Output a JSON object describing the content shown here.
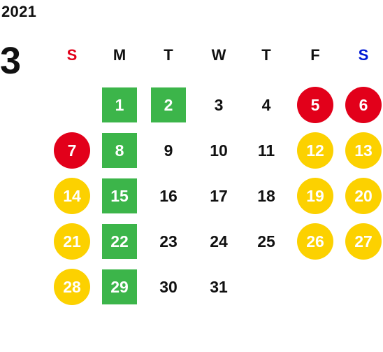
{
  "calendar": {
    "year": "2021",
    "month": "3",
    "weekday_headers": [
      "S",
      "M",
      "T",
      "W",
      "T",
      "F",
      "S"
    ],
    "header_colors": [
      "#e2001a",
      "#111111",
      "#111111",
      "#111111",
      "#111111",
      "#111111",
      "#0019d6"
    ],
    "colors": {
      "green": "#3cb54a",
      "red": "#e2001a",
      "yellow": "#fcd100",
      "default": "#111111"
    },
    "weeks": [
      [
        {
          "day": "",
          "style": "none"
        },
        {
          "day": "1",
          "style": "green"
        },
        {
          "day": "2",
          "style": "green"
        },
        {
          "day": "3",
          "style": "plain"
        },
        {
          "day": "4",
          "style": "plain"
        },
        {
          "day": "5",
          "style": "red"
        },
        {
          "day": "6",
          "style": "red"
        }
      ],
      [
        {
          "day": "7",
          "style": "red"
        },
        {
          "day": "8",
          "style": "green"
        },
        {
          "day": "9",
          "style": "plain"
        },
        {
          "day": "10",
          "style": "plain"
        },
        {
          "day": "11",
          "style": "plain"
        },
        {
          "day": "12",
          "style": "yellow"
        },
        {
          "day": "13",
          "style": "yellow"
        }
      ],
      [
        {
          "day": "14",
          "style": "yellow"
        },
        {
          "day": "15",
          "style": "green"
        },
        {
          "day": "16",
          "style": "plain"
        },
        {
          "day": "17",
          "style": "plain"
        },
        {
          "day": "18",
          "style": "plain"
        },
        {
          "day": "19",
          "style": "yellow"
        },
        {
          "day": "20",
          "style": "yellow"
        }
      ],
      [
        {
          "day": "21",
          "style": "yellow"
        },
        {
          "day": "22",
          "style": "green"
        },
        {
          "day": "23",
          "style": "plain"
        },
        {
          "day": "24",
          "style": "plain"
        },
        {
          "day": "25",
          "style": "plain"
        },
        {
          "day": "26",
          "style": "yellow"
        },
        {
          "day": "27",
          "style": "yellow"
        }
      ],
      [
        {
          "day": "28",
          "style": "yellow"
        },
        {
          "day": "29",
          "style": "green"
        },
        {
          "day": "30",
          "style": "plain"
        },
        {
          "day": "31",
          "style": "plain"
        },
        {
          "day": "",
          "style": "none"
        },
        {
          "day": "",
          "style": "none"
        },
        {
          "day": "",
          "style": "none"
        }
      ]
    ]
  }
}
